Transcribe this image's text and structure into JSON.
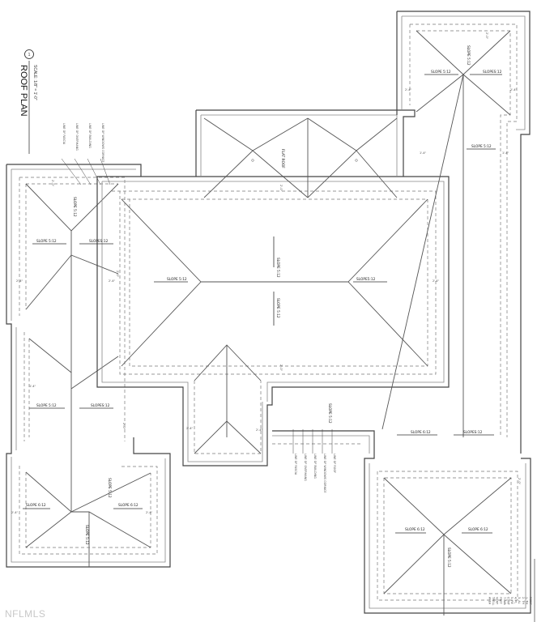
{
  "title": {
    "number": "1",
    "name": "ROOF PLAN",
    "scale": "SCALE: 1/8\" = 1'-0\""
  },
  "watermark": "NFLMLS",
  "labels": {
    "slope_5_12": "SLOPE 5:12",
    "slopes_12": "SLOPES:12",
    "slope_6_12": "SLOPE 6:12",
    "slope_5_12_nospace": "SLOPE5:12",
    "flat_roof": "FLAT ROOF",
    "dim_2_0": "2'-0\"",
    "dim_1_4": "1'-4\"",
    "dim_2_4": "2'-4\""
  },
  "leaders_top": [
    "LINE OF FASCIA",
    "LINE OF OVERHANG",
    "LINE OF BUILDING",
    "LINE OF WINDOWS CORNICE"
  ],
  "leaders_bottom": [
    "LINE OF FASCIA",
    "LINE OF OVERHANG",
    "LINE OF BUILDING",
    "LINE OF WINDOWS CORNICE",
    "LINE OF ROOF"
  ],
  "notes_box": [
    "ROOF",
    "1. TH",
    "2. TH",
    "3. AL",
    "4. PL",
    "5. RE",
    "CONT",
    "7. WA",
    "FRET",
    "VENT",
    "TRELL",
    "AREA"
  ]
}
